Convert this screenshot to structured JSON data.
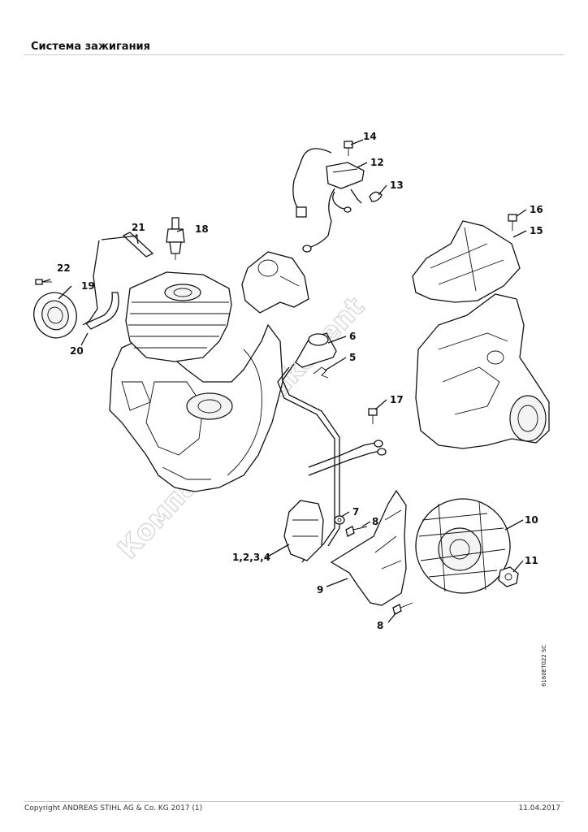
{
  "header": {
    "title": "Система зажигания"
  },
  "footer": {
    "copyright": "Copyright ANDREAS STIHL AG & Co. KG 2017 (1)",
    "date": "11.04.2017"
  },
  "drawing_code": "6160ET022 SC",
  "watermark": "Компания Breakevent",
  "callouts": {
    "c1234": "1,2,3,4",
    "c5": "5",
    "c6": "6",
    "c7": "7",
    "c8a": "8",
    "c8b": "8",
    "c9": "9",
    "c10": "10",
    "c11": "11",
    "c12": "12",
    "c13": "13",
    "c14": "14",
    "c15": "15",
    "c16": "16",
    "c17": "17",
    "c18": "18",
    "c19": "19",
    "c20": "20",
    "c21": "21",
    "c22": "22"
  }
}
